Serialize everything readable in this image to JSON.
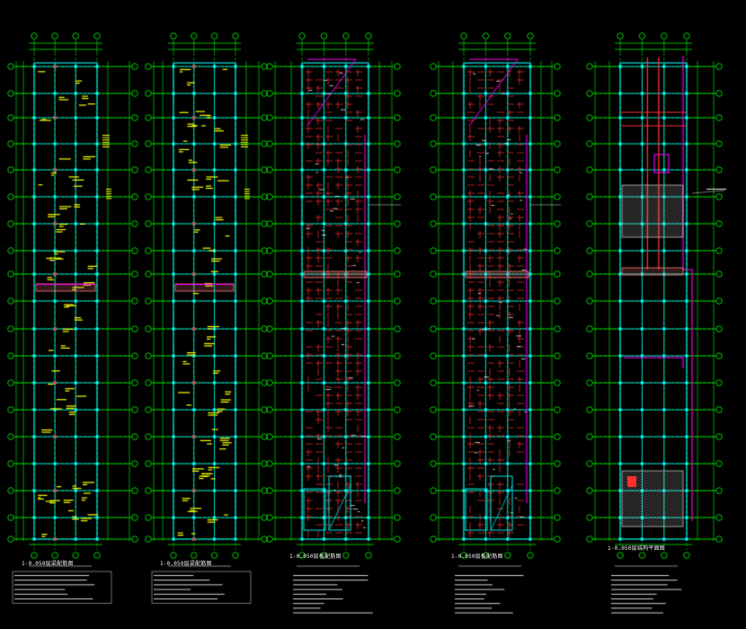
{
  "document": {
    "background": "#000000",
    "colors": {
      "grid_axis": "#00ff00",
      "column": "#00ffff",
      "rebar": "#ff3030",
      "boundary": "#ff00ff",
      "annotation": "#ffff00",
      "text": "#e8e8e8",
      "hatch": "#ff8080"
    },
    "sheets": [
      {
        "id": "s1",
        "title": "1-0.050层梁配筋图",
        "style": "beam"
      },
      {
        "id": "s2",
        "title": "1-0.050层梁配筋图",
        "style": "beam"
      },
      {
        "id": "s3",
        "title": "1-0.050层板配筋图",
        "style": "slab"
      },
      {
        "id": "s4",
        "title": "1-0.050层板配筋图",
        "style": "slab"
      },
      {
        "id": "s5",
        "title": "1-0.050层结构平面图",
        "style": "plan"
      }
    ]
  }
}
